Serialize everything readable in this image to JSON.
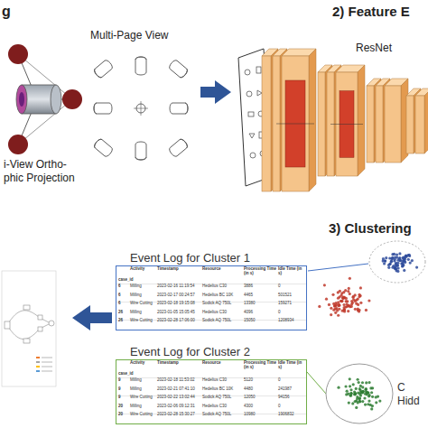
{
  "diagram": {
    "nodes": [
      {
        "text": [
          "Event Log for Cluster 1"
        ]
      },
      {
        "text": [
          "Event Log for Cluster 2"
        ]
      },
      {
        "text": [
          "C",
          "Hidd"
        ]
      }
    ],
    "edges": [
      {
        "from": 2,
        "to": 1,
        "arrow": "none"
      }
    ],
    "labels": [
      "g",
      "Multi-Page View",
      "i-View Ortho-",
      "phic Projection",
      "2) Feature E",
      "ResNet",
      "3) Clustering",
      "Activity",
      "Timestamp",
      "Resource",
      "Processing Time (in s)",
      "Idle Time (in s)",
      "case_id",
      "6",
      "Milling",
      "2023-02-16 11:19:54",
      "Hedelius C30",
      "3886",
      "0",
      "6",
      "Milling",
      "2023-02-17 00:24:57",
      "Hedelius BC 10K",
      "4465",
      "501521",
      "6",
      "Wire Cutting",
      "2023-02-18 19:15:08",
      "Sodick AQ 750L",
      "13380",
      "159271",
      "26",
      "Milling",
      "2023-01-05 15:05:45",
      "Hedelius C30",
      "4096",
      "0",
      "26",
      "Wire Cutting",
      "2023-02-28 17:06:00",
      "Sodick AQ 750L",
      "15050",
      "1208934",
      "Activity",
      "Timestamp",
      "Resource",
      "Processing Time (in s)",
      "Idle Time (in s)",
      "case_id",
      "9",
      "Milling",
      "2023-02-18 11:53:02",
      "Hedelius C30",
      "5120",
      "0",
      "9",
      "Milling",
      "2023-02-21 07:41:10",
      "Hedelius BC 10K",
      "4480",
      "241987",
      "9",
      "Wire Cutting",
      "2023-02-22 13:02:44",
      "Sodick AQ 750L",
      "12050",
      "94156",
      "20",
      "Milling",
      "2023-02-06 09:12:31",
      "Hedelius C30",
      "4300",
      "0",
      "20",
      "Wire Cutting",
      "2023-02-28 15:30:27",
      "Sodick AQ 750L",
      "10980",
      "1906832"
    ]
  }
}
